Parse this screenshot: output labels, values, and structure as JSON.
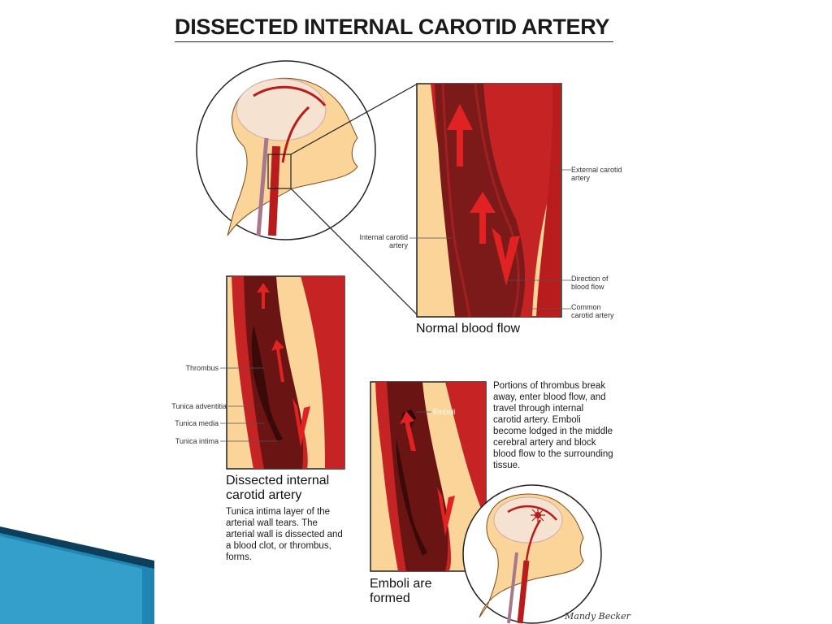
{
  "title": "DISSECTED INTERNAL CAROTID ARTERY",
  "colors": {
    "skin": "#fbd49a",
    "artery_dark": "#b81c1c",
    "artery_mid": "#d22a2a",
    "lumen": "#7c1a1a",
    "arrow": "#e02222",
    "accent_blue": "#1f86b3"
  },
  "normal_panel": {
    "caption": "Normal blood flow",
    "labels": {
      "external": "External carotid artery",
      "internal": "Internal carotid artery",
      "direction": "Direction of blood flow",
      "common": "Common carotid artery"
    }
  },
  "dissected_panel": {
    "caption": "Dissected internal carotid artery",
    "description": "Tunica intima layer of the arterial wall tears. The arterial wall is dissected and a blood clot, or thrombus, forms.",
    "labels": {
      "thrombus": "Thrombus",
      "adventitia": "Tunica adventitia",
      "media": "Tunica media",
      "intima": "Tunica intima"
    }
  },
  "emboli_panel": {
    "caption": "Emboli are formed",
    "label": "Emboli",
    "description": "Portions of thrombus break away, enter blood flow, and travel through internal carotid artery. Emboli become lodged in the middle cerebral artery and block blood flow to the surrounding tissue."
  },
  "signature": "Mandy Becker"
}
